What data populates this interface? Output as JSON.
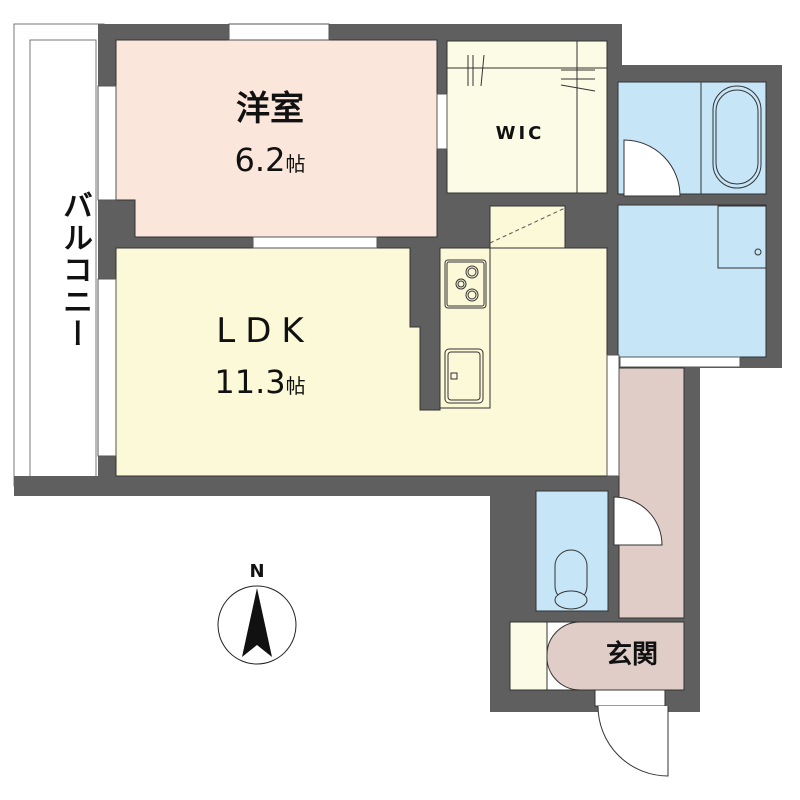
{
  "plan": {
    "colors": {
      "wall": "#5f5f5f",
      "western_room": "#fbe6dc",
      "ldk": "#fbf9d8",
      "wic": "#fcfbe6",
      "wet_area": "#c6e6f8",
      "hall": "#e0cdc8",
      "balcony": "#ffffff"
    },
    "rooms": {
      "western": {
        "name": "洋室",
        "area": "6.2",
        "unit": "帖"
      },
      "ldk": {
        "name": "LDK",
        "area": "11.3",
        "unit": "帖"
      },
      "wic": {
        "name": "WIC"
      },
      "balcony": {
        "name": "バルコニー"
      },
      "entrance": {
        "name": "玄関"
      }
    },
    "compass": {
      "label": "N"
    }
  }
}
